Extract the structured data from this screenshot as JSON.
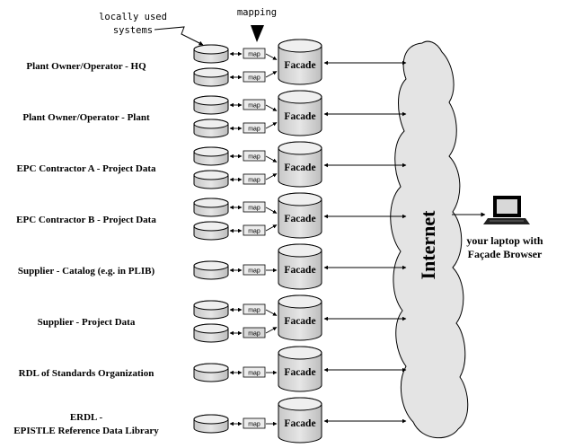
{
  "callouts": {
    "local_systems_line1": "locally used",
    "local_systems_line2": "systems",
    "mapping": "mapping"
  },
  "rows": [
    {
      "label_lines": [
        "Plant Owner/Operator - HQ"
      ],
      "local_dbs": 2
    },
    {
      "label_lines": [
        "Plant Owner/Operator - Plant"
      ],
      "local_dbs": 2
    },
    {
      "label_lines": [
        "EPC Contractor A - Project Data"
      ],
      "local_dbs": 2
    },
    {
      "label_lines": [
        "EPC Contractor B - Project Data"
      ],
      "local_dbs": 2
    },
    {
      "label_lines": [
        "Supplier - Catalog (e.g. in PLIB)"
      ],
      "local_dbs": 1
    },
    {
      "label_lines": [
        "Supplier - Project Data"
      ],
      "local_dbs": 2
    },
    {
      "label_lines": [
        "RDL of Standards Organization"
      ],
      "local_dbs": 1
    },
    {
      "label_lines": [
        "ERDL -",
        "EPISTLE Reference Data Library"
      ],
      "local_dbs": 1
    }
  ],
  "map_label": "map",
  "facade_label": "Facade",
  "internet_label": "Internet",
  "laptop": {
    "line1": "your laptop with",
    "line2": "Façade Browser"
  }
}
